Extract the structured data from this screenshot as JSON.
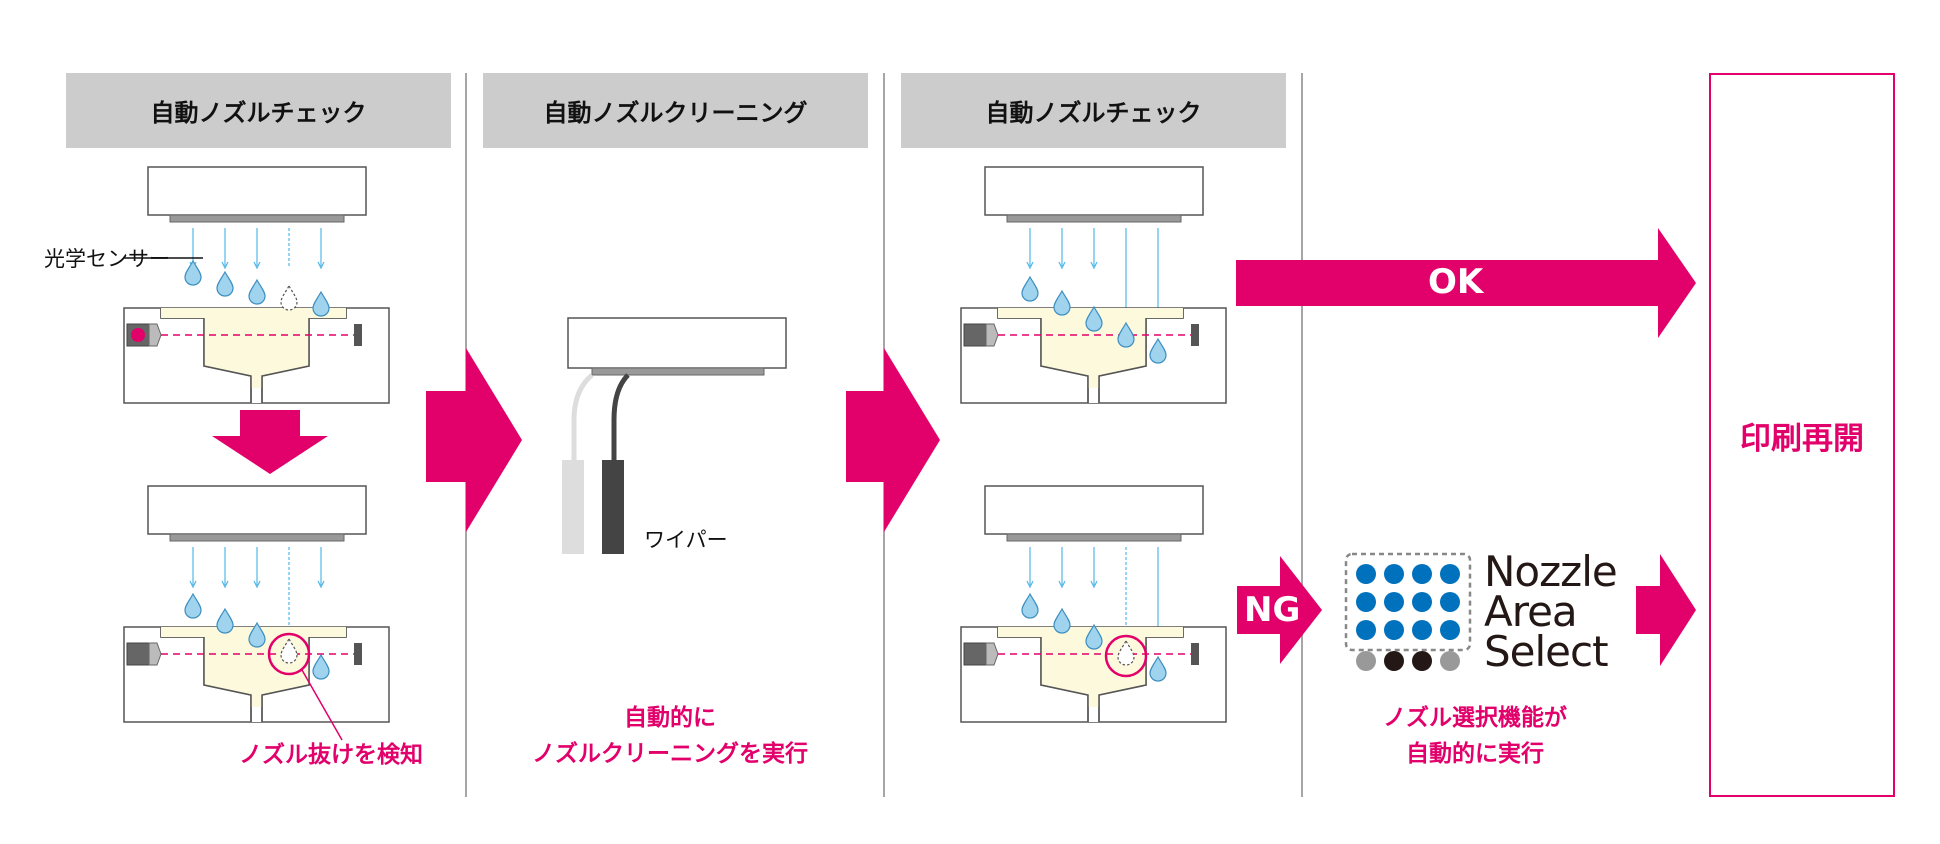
{
  "headers": {
    "step1": "自動ノズルチェック",
    "step2": "自動ノズルクリーニング",
    "step3": "自動ノズルチェック"
  },
  "labels": {
    "optical_sensor": "光学センサー",
    "wiper": "ワイパー",
    "nozzle_missing": "ノズル抜けを検知",
    "cleaning_line1": "自動的に",
    "cleaning_line2": "ノズルクリーニングを実行",
    "select_line1": "ノズル選択機能が",
    "select_line2": "自動的に実行",
    "ok": "OK",
    "ng": "NG",
    "resume": "印刷再開"
  },
  "logo": {
    "line1": "Nozzle",
    "line2": "Area",
    "line3": "Select"
  },
  "colors": {
    "accent": "#e2006b",
    "header_bg": "#cccccc",
    "ink_drop": "#9fd3ee",
    "ink_fill": "#fdf9dc",
    "nozzle_blue": "#0071bc",
    "sensor_line": "#e2006b"
  }
}
